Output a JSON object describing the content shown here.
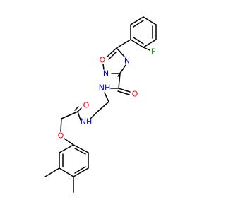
{
  "colors": {
    "bond": "#000000",
    "carbon": "#000000",
    "oxygen": "#ff0000",
    "nitrogen": "#0000ff",
    "fluorine": "#00b000",
    "background": "#ffffff"
  },
  "atoms": {
    "fluorine": "F",
    "ring_oxygen": "O",
    "ring_n_top": "N",
    "ring_n_bottom": "N",
    "carbonyl_oxygen_1": "O",
    "amide_nh_1": "NH",
    "amide_nh_2": "NH",
    "carbonyl_oxygen_2": "O",
    "ether_oxygen": "O"
  }
}
